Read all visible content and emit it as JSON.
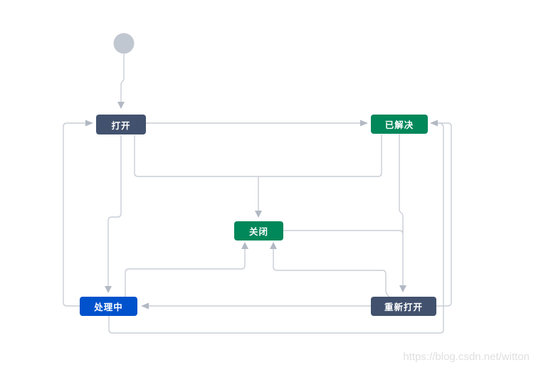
{
  "diagram": {
    "type": "workflow-state-diagram",
    "start_node": {
      "shape": "circle",
      "color": "#C1C7D0"
    },
    "nodes": [
      {
        "id": "open",
        "label": "打开",
        "color": "#42526E"
      },
      {
        "id": "resolved",
        "label": "已解决",
        "color": "#00875A"
      },
      {
        "id": "closed",
        "label": "关闭",
        "color": "#00875A"
      },
      {
        "id": "in_progress",
        "label": "处理中",
        "color": "#0052CC"
      },
      {
        "id": "reopened",
        "label": "重新打开",
        "color": "#42526E"
      }
    ],
    "transitions": [
      {
        "from": "start",
        "to": "open"
      },
      {
        "from": "open",
        "to": "resolved"
      },
      {
        "from": "open",
        "to": "closed"
      },
      {
        "from": "resolved",
        "to": "closed"
      },
      {
        "from": "open",
        "to": "in_progress"
      },
      {
        "from": "in_progress",
        "to": "open"
      },
      {
        "from": "in_progress",
        "to": "closed"
      },
      {
        "from": "reopened",
        "to": "closed"
      },
      {
        "from": "closed",
        "to": "reopened"
      },
      {
        "from": "resolved",
        "to": "reopened"
      },
      {
        "from": "reopened",
        "to": "in_progress"
      },
      {
        "from": "reopened",
        "to": "resolved"
      },
      {
        "from": "in_progress",
        "to": "resolved"
      }
    ],
    "colors": {
      "edge": "#C9CED6",
      "arrowhead": "#B2B9C4",
      "start_circle": "#C1C7D0",
      "background": "#FFFFFF"
    }
  },
  "watermark": {
    "text": "https://blog.csdn.net/witton"
  }
}
